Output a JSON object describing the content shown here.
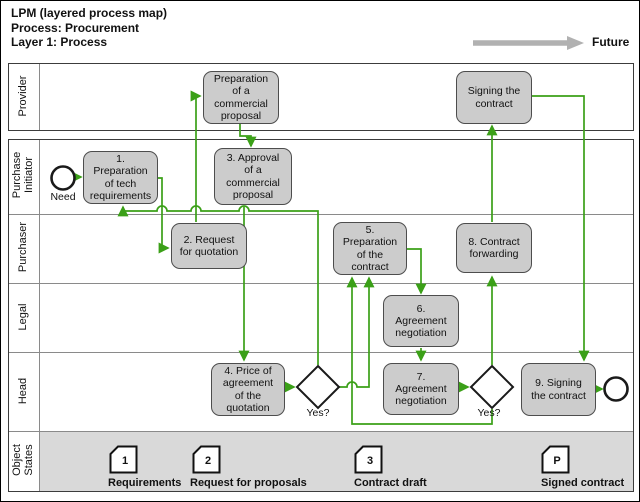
{
  "header": {
    "title": "LPM (layered process map)\nProcess: Procurement\nLayer 1: Process",
    "future_label": "Future"
  },
  "lanes": [
    {
      "label": "Provider"
    },
    {
      "label": "Purchase\nInitiator"
    },
    {
      "label": "Purchaser"
    },
    {
      "label": "Legal"
    },
    {
      "label": "Head"
    },
    {
      "label": "Object\nStates"
    }
  ],
  "events": {
    "start_label": "Need"
  },
  "steps": {
    "provider_proposal": "Preparation\nof a\ncommercial\nproposal",
    "provider_signing": "Signing the\ncontract",
    "step1": "1.\nPreparation\nof tech\nrequirements",
    "step2": "2. Request\nfor quotation",
    "step3": "3. Approval\nof a\ncommercial\nproposal",
    "step4": "4. Price of\nagreement\nof the\nquotation",
    "step5": "5.\nPreparation\nof the\ncontract",
    "step6": "6.\nAgreement\nnegotiation",
    "step7": "7.\nAgreement\nnegotiation",
    "step8": "8. Contract\nforwarding",
    "step9": "9. Signing\nthe contract"
  },
  "decisions": {
    "decision1_label": "Yes?",
    "decision2_label": "Yes?"
  },
  "object_states": {
    "items": [
      {
        "num": "1",
        "caption": "Requirements"
      },
      {
        "num": "2",
        "caption": "Request for proposals"
      },
      {
        "num": "3",
        "caption": "Contract draft"
      },
      {
        "num": "P",
        "caption": "Signed contract"
      }
    ]
  },
  "colors": {
    "flow_green": "#3ba018",
    "box_fill": "#cccccc",
    "future_arrow_gray": "#b1b1b1",
    "object_lane_bg": "#d9d9d9"
  }
}
